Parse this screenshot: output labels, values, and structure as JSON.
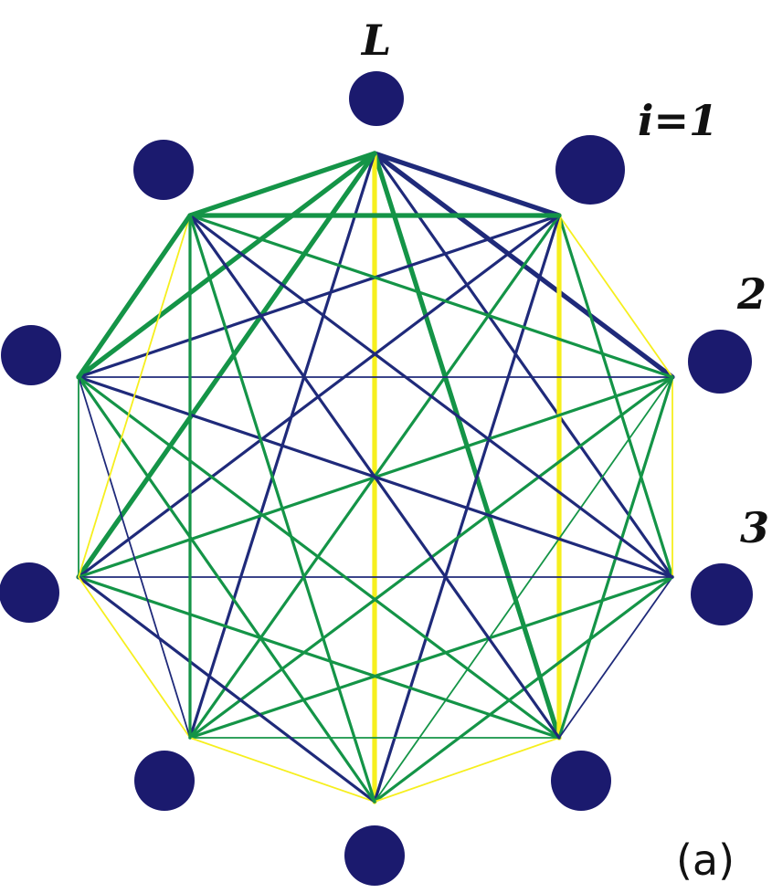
{
  "diagram": {
    "colors": {
      "node": "#1b1a6e",
      "navy": "#1f2a7a",
      "green": "#149447",
      "yellow": "#f6ef1e"
    },
    "labels": {
      "top": "L",
      "first": "i=1",
      "second": "2",
      "third": "3",
      "panel": "(a)"
    },
    "node_count": 10,
    "edges": [
      {
        "from": 0,
        "to": 1,
        "color": "navy",
        "weight": "heavy"
      },
      {
        "from": 0,
        "to": 2,
        "color": "navy",
        "weight": "heavy"
      },
      {
        "from": 0,
        "to": 3,
        "color": "navy",
        "weight": "medium"
      },
      {
        "from": 0,
        "to": 4,
        "color": "green",
        "weight": "heavy"
      },
      {
        "from": 0,
        "to": 5,
        "color": "yellow",
        "weight": "heavy"
      },
      {
        "from": 0,
        "to": 6,
        "color": "navy",
        "weight": "medium"
      },
      {
        "from": 0,
        "to": 7,
        "color": "green",
        "weight": "heavy"
      },
      {
        "from": 0,
        "to": 8,
        "color": "green",
        "weight": "heavy"
      },
      {
        "from": 0,
        "to": 9,
        "color": "green",
        "weight": "heavy"
      },
      {
        "from": 1,
        "to": 2,
        "color": "yellow",
        "weight": "light"
      },
      {
        "from": 1,
        "to": 3,
        "color": "green",
        "weight": "medium"
      },
      {
        "from": 1,
        "to": 4,
        "color": "yellow",
        "weight": "heavy"
      },
      {
        "from": 1,
        "to": 5,
        "color": "navy",
        "weight": "medium"
      },
      {
        "from": 1,
        "to": 6,
        "color": "green",
        "weight": "medium"
      },
      {
        "from": 1,
        "to": 7,
        "color": "navy",
        "weight": "medium"
      },
      {
        "from": 1,
        "to": 8,
        "color": "navy",
        "weight": "medium"
      },
      {
        "from": 1,
        "to": 9,
        "color": "green",
        "weight": "heavy"
      },
      {
        "from": 2,
        "to": 3,
        "color": "yellow",
        "weight": "light"
      },
      {
        "from": 2,
        "to": 4,
        "color": "green",
        "weight": "medium"
      },
      {
        "from": 2,
        "to": 5,
        "color": "green",
        "weight": "light"
      },
      {
        "from": 2,
        "to": 6,
        "color": "green",
        "weight": "medium"
      },
      {
        "from": 2,
        "to": 7,
        "color": "green",
        "weight": "medium"
      },
      {
        "from": 2,
        "to": 8,
        "color": "navy",
        "weight": "light"
      },
      {
        "from": 2,
        "to": 9,
        "color": "green",
        "weight": "medium"
      },
      {
        "from": 3,
        "to": 4,
        "color": "navy",
        "weight": "light"
      },
      {
        "from": 3,
        "to": 5,
        "color": "green",
        "weight": "medium"
      },
      {
        "from": 3,
        "to": 6,
        "color": "green",
        "weight": "medium"
      },
      {
        "from": 3,
        "to": 7,
        "color": "navy",
        "weight": "light"
      },
      {
        "from": 3,
        "to": 8,
        "color": "navy",
        "weight": "medium"
      },
      {
        "from": 3,
        "to": 9,
        "color": "navy",
        "weight": "medium"
      },
      {
        "from": 4,
        "to": 5,
        "color": "yellow",
        "weight": "light"
      },
      {
        "from": 4,
        "to": 6,
        "color": "green",
        "weight": "light"
      },
      {
        "from": 4,
        "to": 7,
        "color": "green",
        "weight": "medium"
      },
      {
        "from": 4,
        "to": 8,
        "color": "green",
        "weight": "medium"
      },
      {
        "from": 4,
        "to": 9,
        "color": "navy",
        "weight": "medium"
      },
      {
        "from": 5,
        "to": 6,
        "color": "yellow",
        "weight": "light"
      },
      {
        "from": 5,
        "to": 7,
        "color": "navy",
        "weight": "medium"
      },
      {
        "from": 5,
        "to": 8,
        "color": "green",
        "weight": "medium"
      },
      {
        "from": 5,
        "to": 9,
        "color": "green",
        "weight": "medium"
      },
      {
        "from": 6,
        "to": 7,
        "color": "yellow",
        "weight": "light"
      },
      {
        "from": 6,
        "to": 8,
        "color": "navy",
        "weight": "light"
      },
      {
        "from": 6,
        "to": 9,
        "color": "green",
        "weight": "medium"
      },
      {
        "from": 7,
        "to": 8,
        "color": "green",
        "weight": "light"
      },
      {
        "from": 7,
        "to": 9,
        "color": "yellow",
        "weight": "light"
      },
      {
        "from": 8,
        "to": 9,
        "color": "green",
        "weight": "heavy"
      }
    ]
  }
}
